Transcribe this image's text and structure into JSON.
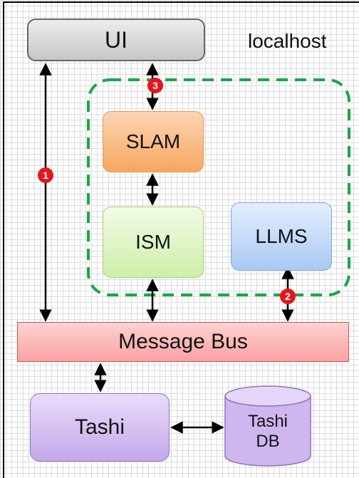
{
  "diagram": {
    "host_label": "localhost",
    "nodes": {
      "ui": "UI",
      "slam": "SLAM",
      "ism": "ISM",
      "llms": "LLMS",
      "message_bus": "Message Bus",
      "tashi": "Tashi",
      "tashi_db_line1": "Tashi",
      "tashi_db_line2": "DB"
    },
    "badges": {
      "b1": "1",
      "b2": "2",
      "b3": "3"
    },
    "colors": {
      "group_border": "#1aa64a",
      "badge": "#e8141b"
    }
  }
}
